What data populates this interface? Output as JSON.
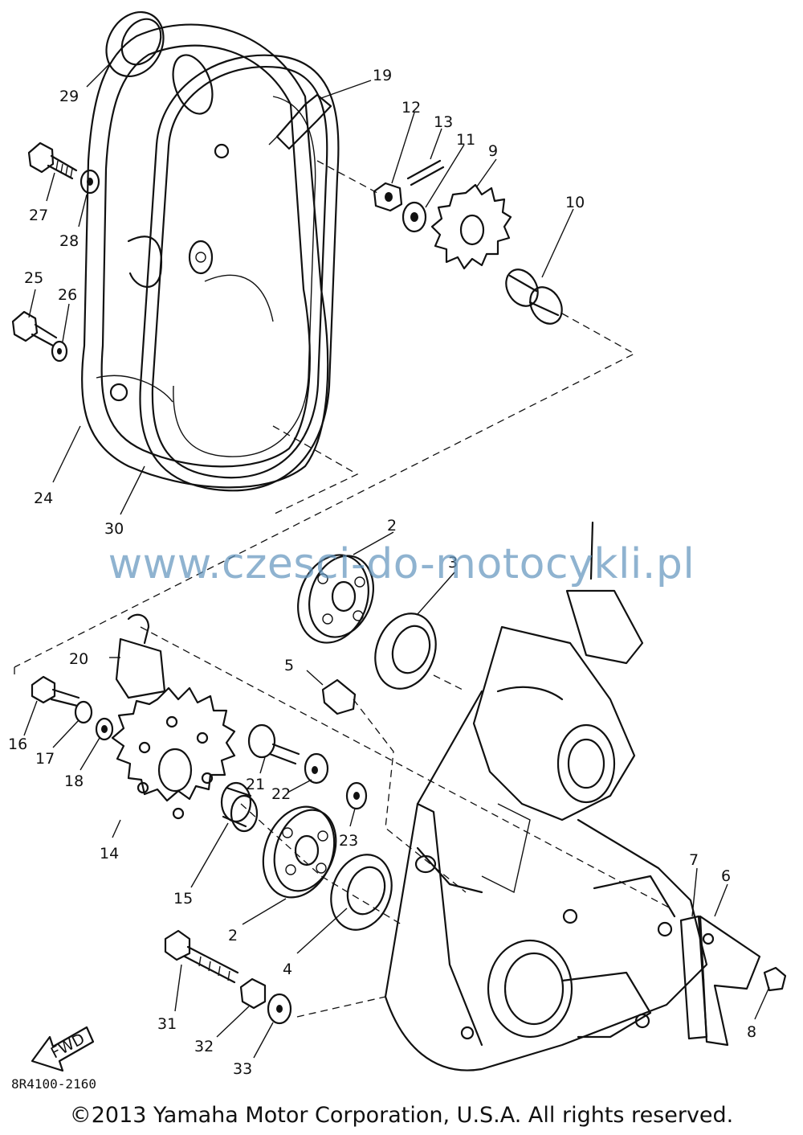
{
  "callouts": [
    "29",
    "27",
    "28",
    "25",
    "26",
    "24",
    "30",
    "19",
    "12",
    "13",
    "11",
    "9",
    "10",
    "2",
    "3",
    "5",
    "20",
    "16",
    "17",
    "18",
    "14",
    "21",
    "22",
    "23",
    "15",
    "2",
    "4",
    "31",
    "32",
    "33",
    "7",
    "6",
    "8"
  ],
  "watermark": "www.czesci-do-motocykli.pl",
  "diagram_code": "8R4100-2160",
  "fwd_label": "FWD",
  "copyright": "©2013 Yamaha Motor Corporation, U.S.A. All rights reserved."
}
